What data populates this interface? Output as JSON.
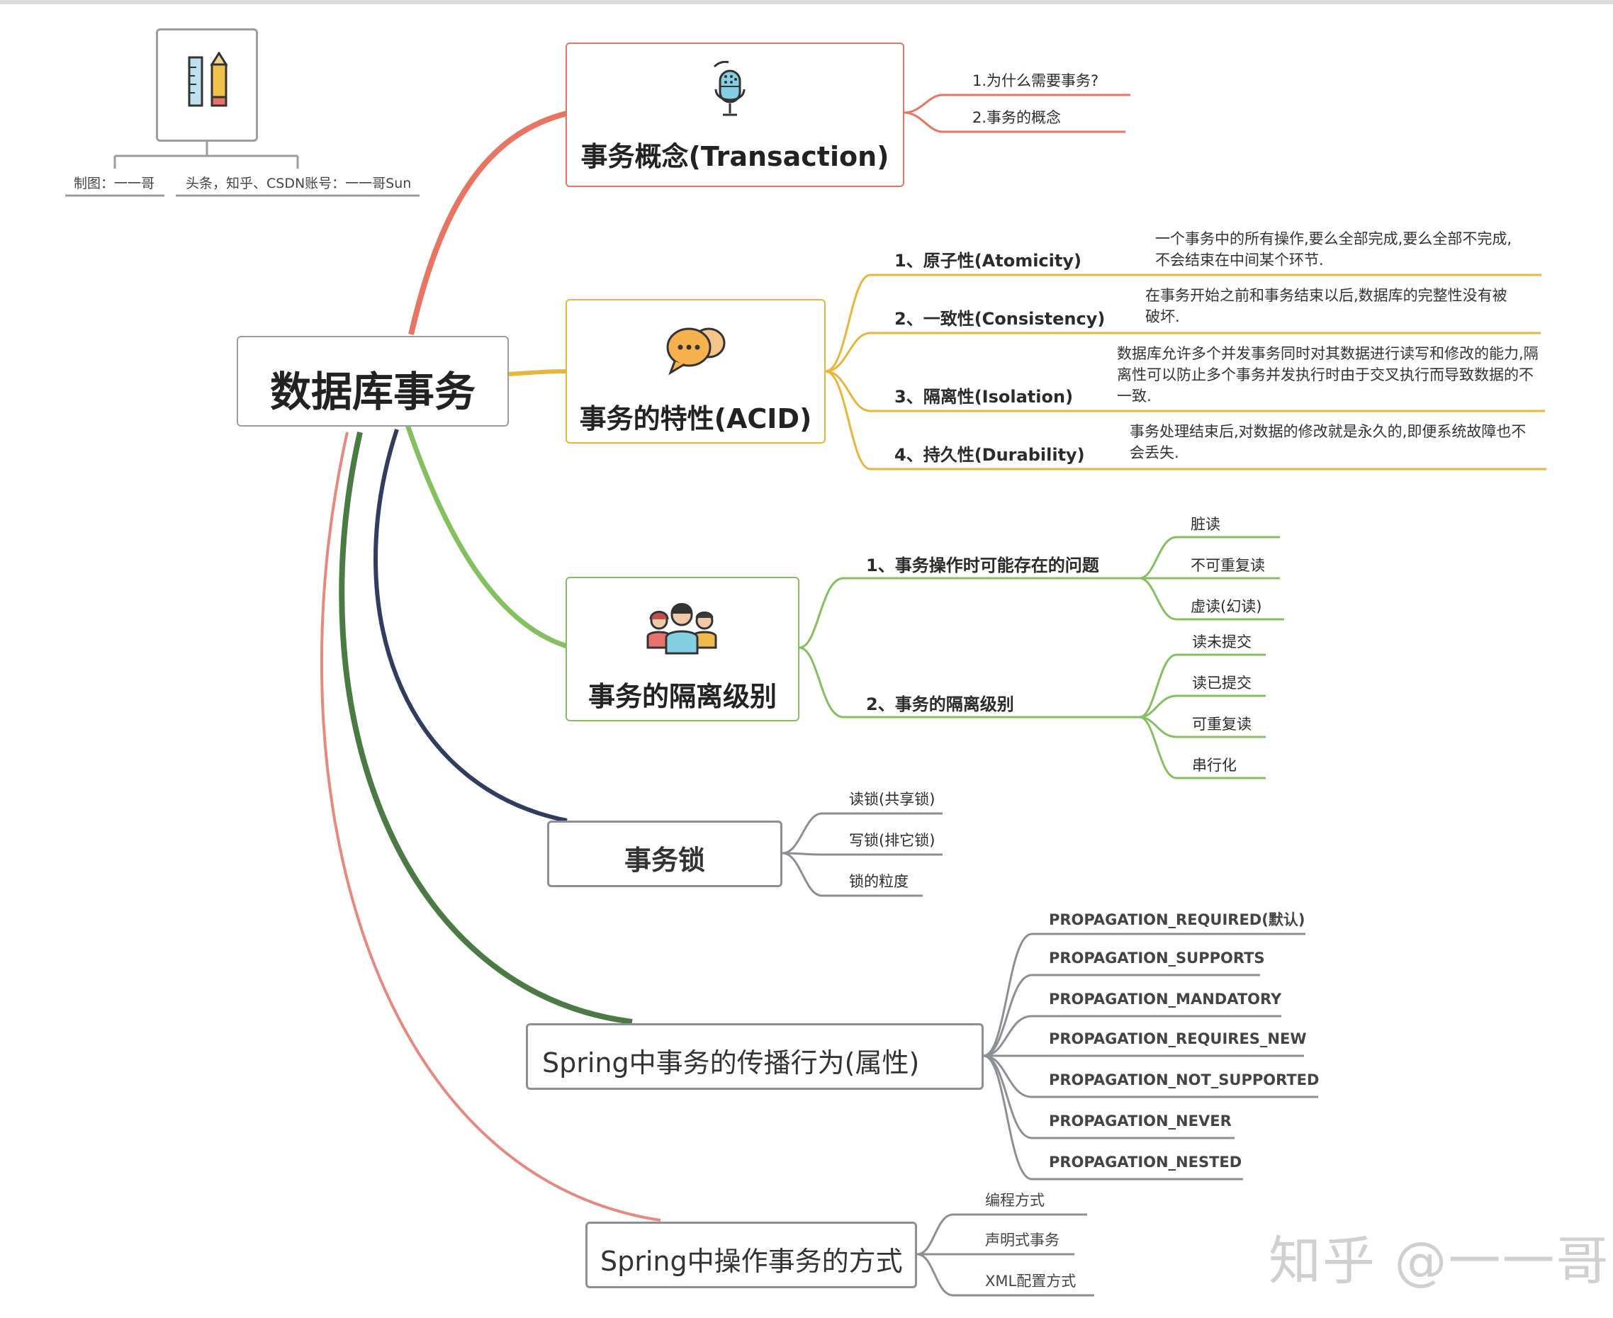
{
  "colors": {
    "concept": "#e87462",
    "acid": "#e9b53a",
    "isolation": "#84c060",
    "lock": "#313c5e",
    "propagation": "#4b7a45",
    "operate": "#e6897f",
    "gray": "#8c8f96"
  },
  "legend": {
    "icon": "ruler-pencil-icon",
    "author": "制图：一一哥",
    "accounts": "头条，知乎、CSDN账号：一一哥Sun"
  },
  "root": {
    "label": "数据库事务"
  },
  "branches": {
    "concept": {
      "label": "事务概念(Transaction)",
      "icon": "microphone-icon",
      "items": [
        "1.为什么需要事务?",
        "2.事务的概念"
      ]
    },
    "acid": {
      "label": "事务的特性(ACID)",
      "icon": "chat-bubbles-icon",
      "items": [
        {
          "label": "1、原子性(Atomicity)",
          "note": "一个事务中的所有操作,要么全部完成,要么全部不完成,不会结束在中间某个环节."
        },
        {
          "label": "2、一致性(Consistency)",
          "note": "在事务开始之前和事务结束以后,数据库的完整性没有被破坏."
        },
        {
          "label": "3、隔离性(Isolation)",
          "note": "数据库允许多个并发事务同时对其数据进行读写和修改的能力,隔离性可以防止多个事务并发执行时由于交叉执行而导致数据的不一致."
        },
        {
          "label": "4、持久性(Durability)",
          "note": "事务处理结束后,对数据的修改就是永久的,即便系统故障也不会丢失."
        }
      ]
    },
    "isolation": {
      "label": "事务的隔离级别",
      "icon": "people-group-icon",
      "problems": {
        "label": "1、事务操作时可能存在的问题",
        "items": [
          "脏读",
          "不可重复读",
          "虚读(幻读)"
        ]
      },
      "levels": {
        "label": "2、事务的隔离级别",
        "items": [
          "读未提交",
          "读已提交",
          "可重复读",
          "串行化"
        ]
      }
    },
    "lock": {
      "label": "事务锁",
      "items": [
        "读锁(共享锁)",
        "写锁(排它锁)",
        "锁的粒度"
      ]
    },
    "propagation": {
      "label": "Spring中事务的传播行为(属性)",
      "items": [
        "PROPAGATION_REQUIRED(默认)",
        "PROPAGATION_SUPPORTS",
        "PROPAGATION_MANDATORY",
        "PROPAGATION_REQUIRES_NEW",
        "PROPAGATION_NOT_SUPPORTED",
        "PROPAGATION_NEVER",
        "PROPAGATION_NESTED"
      ]
    },
    "operate": {
      "label": "Spring中操作事务的方式",
      "items": [
        "编程方式",
        "声明式事务",
        "XML配置方式"
      ]
    }
  },
  "watermark": "知乎 @一一哥"
}
